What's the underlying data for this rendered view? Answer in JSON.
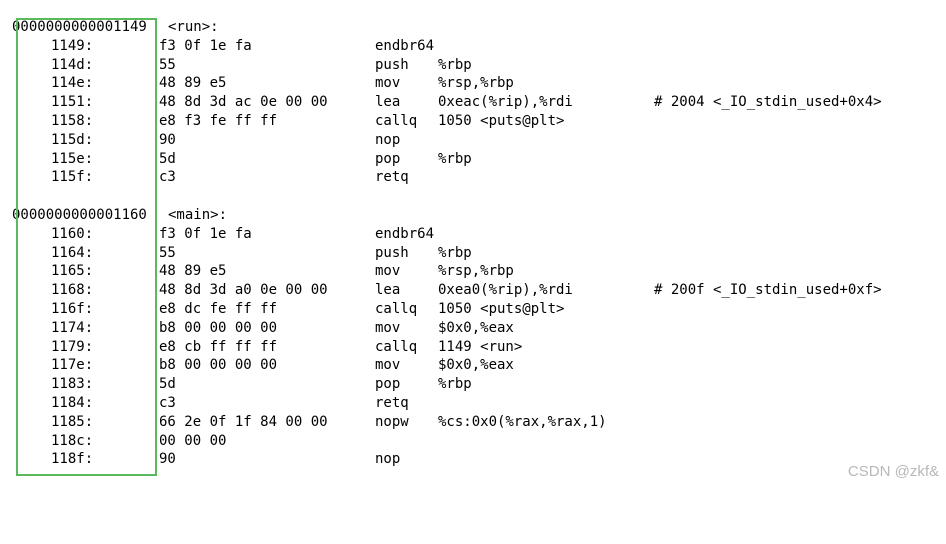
{
  "functions": [
    {
      "symbol_addr": "0000000000001149",
      "name": "<run>:",
      "lines": [
        {
          "addr": "1149:",
          "bytes": "f3 0f 1e fa",
          "mnem": "endbr64",
          "ops": "",
          "comment": ""
        },
        {
          "addr": "114d:",
          "bytes": "55",
          "mnem": "push",
          "ops": "%rbp",
          "comment": ""
        },
        {
          "addr": "114e:",
          "bytes": "48 89 e5",
          "mnem": "mov",
          "ops": "%rsp,%rbp",
          "comment": ""
        },
        {
          "addr": "1151:",
          "bytes": "48 8d 3d ac 0e 00 00",
          "mnem": "lea",
          "ops": "0xeac(%rip),%rdi",
          "comment": "# 2004 <_IO_stdin_used+0x4>"
        },
        {
          "addr": "1158:",
          "bytes": "e8 f3 fe ff ff",
          "mnem": "callq",
          "ops": "1050 <puts@plt>",
          "comment": ""
        },
        {
          "addr": "115d:",
          "bytes": "90",
          "mnem": "nop",
          "ops": "",
          "comment": ""
        },
        {
          "addr": "115e:",
          "bytes": "5d",
          "mnem": "pop",
          "ops": "%rbp",
          "comment": ""
        },
        {
          "addr": "115f:",
          "bytes": "c3",
          "mnem": "retq",
          "ops": "",
          "comment": ""
        }
      ]
    },
    {
      "symbol_addr": "0000000000001160",
      "name": "<main>:",
      "lines": [
        {
          "addr": "1160:",
          "bytes": "f3 0f 1e fa",
          "mnem": "endbr64",
          "ops": "",
          "comment": ""
        },
        {
          "addr": "1164:",
          "bytes": "55",
          "mnem": "push",
          "ops": "%rbp",
          "comment": ""
        },
        {
          "addr": "1165:",
          "bytes": "48 89 e5",
          "mnem": "mov",
          "ops": "%rsp,%rbp",
          "comment": ""
        },
        {
          "addr": "1168:",
          "bytes": "48 8d 3d a0 0e 00 00",
          "mnem": "lea",
          "ops": "0xea0(%rip),%rdi",
          "comment": "# 200f <_IO_stdin_used+0xf>"
        },
        {
          "addr": "116f:",
          "bytes": "e8 dc fe ff ff",
          "mnem": "callq",
          "ops": "1050 <puts@plt>",
          "comment": ""
        },
        {
          "addr": "1174:",
          "bytes": "b8 00 00 00 00",
          "mnem": "mov",
          "ops": "$0x0,%eax",
          "comment": ""
        },
        {
          "addr": "1179:",
          "bytes": "e8 cb ff ff ff",
          "mnem": "callq",
          "ops": "1149 <run>",
          "comment": ""
        },
        {
          "addr": "117e:",
          "bytes": "b8 00 00 00 00",
          "mnem": "mov",
          "ops": "$0x0,%eax",
          "comment": ""
        },
        {
          "addr": "1183:",
          "bytes": "5d",
          "mnem": "pop",
          "ops": "%rbp",
          "comment": ""
        },
        {
          "addr": "1184:",
          "bytes": "c3",
          "mnem": "retq",
          "ops": "",
          "comment": ""
        },
        {
          "addr": "1185:",
          "bytes": "66 2e 0f 1f 84 00 00",
          "mnem": "nopw",
          "ops": "%cs:0x0(%rax,%rax,1)",
          "comment": ""
        },
        {
          "addr": "118c:",
          "bytes": "00 00 00",
          "mnem": "",
          "ops": "",
          "comment": ""
        },
        {
          "addr": "118f:",
          "bytes": "90",
          "mnem": "nop",
          "ops": "",
          "comment": ""
        }
      ]
    }
  ],
  "watermark": "CSDN @zkf&",
  "highlight_color": "#5cb85c"
}
